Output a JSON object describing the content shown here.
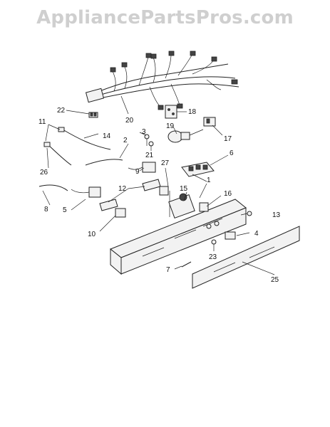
{
  "watermark": "AppliancePartsPros.com",
  "callouts": {
    "c1": "1",
    "c2": "2",
    "c3": "3",
    "c4": "4",
    "c5": "5",
    "c6": "6",
    "c7": "7",
    "c8": "8",
    "c9": "9",
    "c10": "10",
    "c11": "11",
    "c12": "12",
    "c13": "13",
    "c14": "14",
    "c15": "15",
    "c16": "16",
    "c17": "17",
    "c18": "18",
    "c19": "19",
    "c20": "20",
    "c21": "21",
    "c22": "22",
    "c23": "23",
    "c25": "25",
    "c26": "26",
    "c27": "27"
  }
}
